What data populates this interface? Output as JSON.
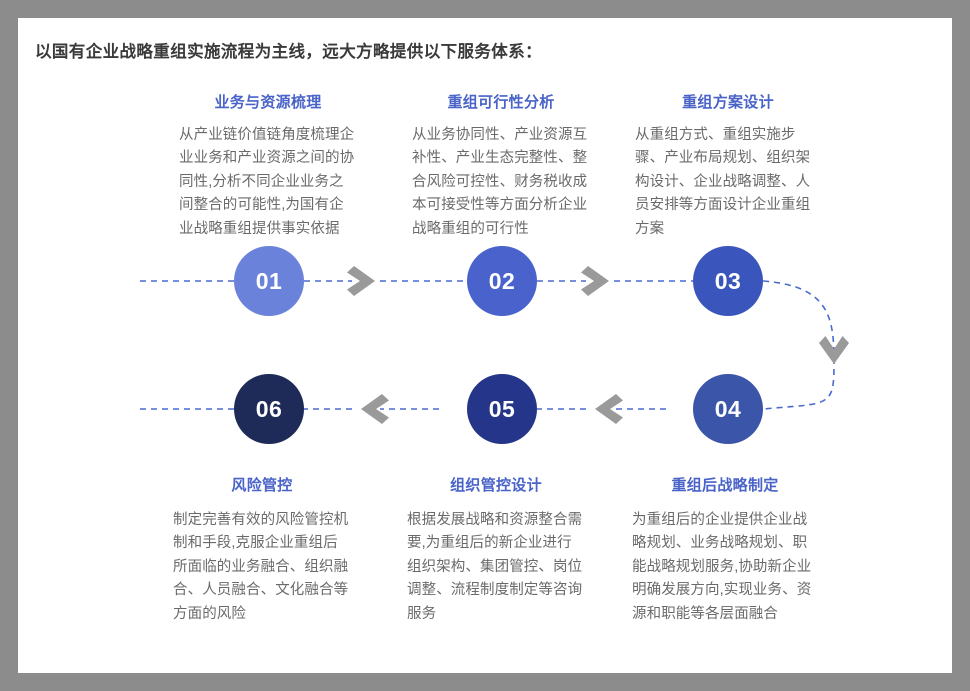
{
  "heading": "以国有企业战略重组实施流程为主线，远大方略提供以下服务体系：",
  "colors": {
    "frame": "#8c8c8c",
    "canvas": "#ffffff",
    "heading_text": "#3a3a3a",
    "title_blue": "#4a63c8",
    "body_gray": "#6a6a6a",
    "dash_line": "#4a6ad0",
    "arrow_gray": "#9a9a9a",
    "node_01": "#6b82db",
    "node_02": "#4a63cc",
    "node_03": "#3a56bd",
    "node_04": "#3b55a8",
    "node_05": "#25368a",
    "node_06": "#1e2a57"
  },
  "steps": [
    {
      "number": "01",
      "title": "业务与资源梳理",
      "body": "从产业链价值链角度梳理企业业务和产业资源之间的协同性,分析不同企业业务之间整合的可能性,为国有企业战略重组提供事实依据",
      "color": "#6b82db",
      "row": "top"
    },
    {
      "number": "02",
      "title": "重组可行性分析",
      "body": "从业务协同性、产业资源互补性、产业生态完整性、整合风险可控性、财务税收成本可接受性等方面分析企业战略重组的可行性",
      "color": "#4a63cc",
      "row": "top"
    },
    {
      "number": "03",
      "title": "重组方案设计",
      "body": "从重组方式、重组实施步骤、产业布局规划、组织架构设计、企业战略调整、人员安排等方面设计企业重组方案",
      "color": "#3a56bd",
      "row": "top"
    },
    {
      "number": "04",
      "title": "重组后战略制定",
      "body": "为重组后的企业提供企业战略规划、业务战略规划、职能战略规划服务,协助新企业明确发展方向,实现业务、资源和职能等各层面融合",
      "color": "#3b55a8",
      "row": "bottom"
    },
    {
      "number": "05",
      "title": "组织管控设计",
      "body": "根据发展战略和资源整合需要,为重组后的新企业进行组织架构、集团管控、岗位调整、流程制度制定等咨询服务",
      "color": "#25368a",
      "row": "bottom"
    },
    {
      "number": "06",
      "title": "风险管控",
      "body": "制定完善有效的风险管控机制和手段,克服企业重组后所面临的业务融合、组织融合、人员融合、文化融合等方面的风险",
      "color": "#1e2a57",
      "row": "bottom"
    }
  ]
}
